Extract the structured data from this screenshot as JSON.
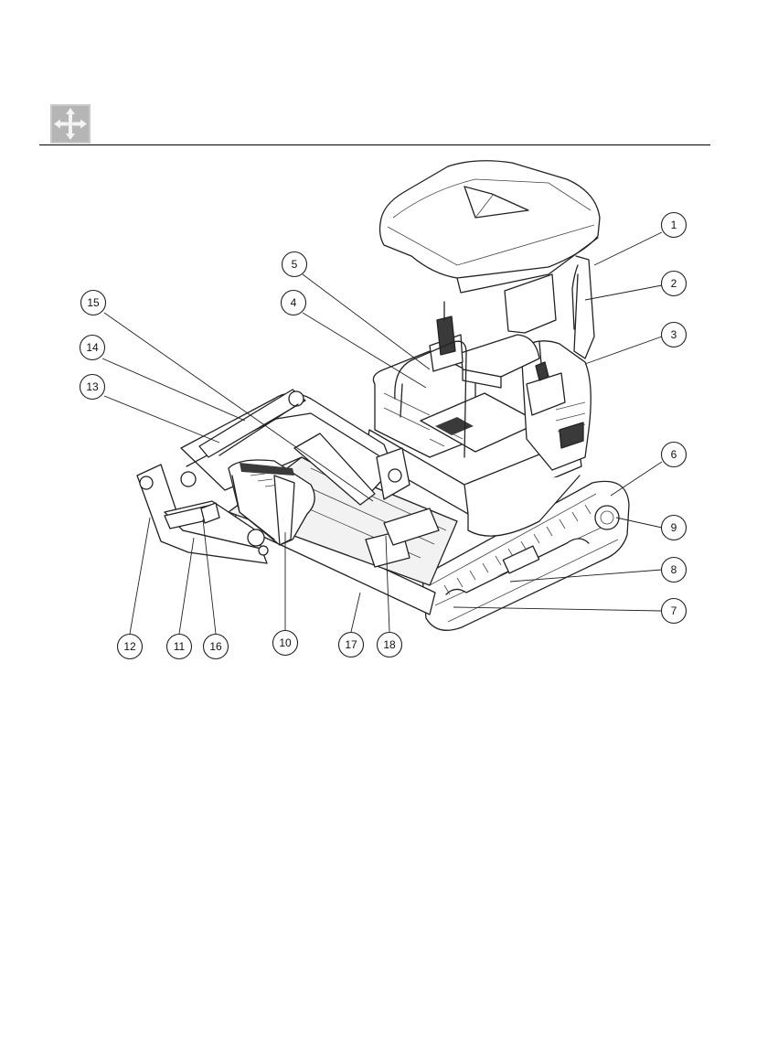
{
  "icon": "move-arrows-icon",
  "colors": {
    "line": "#222222",
    "icon_bg": "#c8c8c8",
    "icon_fg": "#f4f4f4"
  },
  "callouts": [
    {
      "id": "c1",
      "label": "1"
    },
    {
      "id": "c2",
      "label": "2"
    },
    {
      "id": "c3",
      "label": "3"
    },
    {
      "id": "c4",
      "label": "4"
    },
    {
      "id": "c5",
      "label": "5"
    },
    {
      "id": "c6",
      "label": "6"
    },
    {
      "id": "c7",
      "label": "7"
    },
    {
      "id": "c8",
      "label": "8"
    },
    {
      "id": "c9",
      "label": "9"
    },
    {
      "id": "c10",
      "label": "10"
    },
    {
      "id": "c11",
      "label": "11"
    },
    {
      "id": "c12",
      "label": "12"
    },
    {
      "id": "c13",
      "label": "13"
    },
    {
      "id": "c14",
      "label": "14"
    },
    {
      "id": "c15",
      "label": "15"
    },
    {
      "id": "c16",
      "label": "16"
    },
    {
      "id": "c17",
      "label": "17"
    },
    {
      "id": "c18",
      "label": "18"
    }
  ]
}
